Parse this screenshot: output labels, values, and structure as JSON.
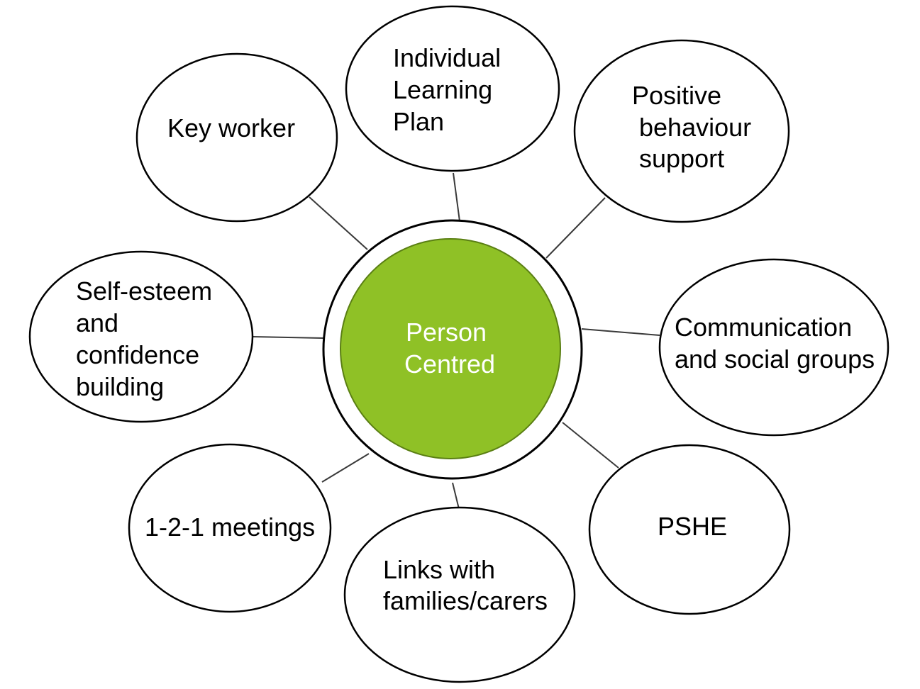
{
  "colors": {
    "core_fill": "#8fc126",
    "core_text": "#ffffff",
    "outline": "#000000",
    "background": "#ffffff"
  },
  "center": {
    "line1": "Person",
    "line2": "Centred"
  },
  "nodes": [
    {
      "id": "key-worker",
      "lines": [
        "Key worker"
      ]
    },
    {
      "id": "individual-learning-plan",
      "lines": [
        "Individual",
        "Learning",
        "Plan"
      ]
    },
    {
      "id": "positive-behaviour-support",
      "lines": [
        "Positive",
        "behaviour",
        "support"
      ]
    },
    {
      "id": "self-esteem",
      "lines": [
        "Self-esteem",
        "and",
        "confidence",
        "building"
      ]
    },
    {
      "id": "communication",
      "lines": [
        "Communication",
        "and social groups"
      ]
    },
    {
      "id": "one-to-one-meetings",
      "lines": [
        "1-2-1 meetings"
      ]
    },
    {
      "id": "pshe",
      "lines": [
        "PSHE"
      ]
    },
    {
      "id": "links-families",
      "lines": [
        "Links with",
        "families/carers"
      ]
    }
  ]
}
